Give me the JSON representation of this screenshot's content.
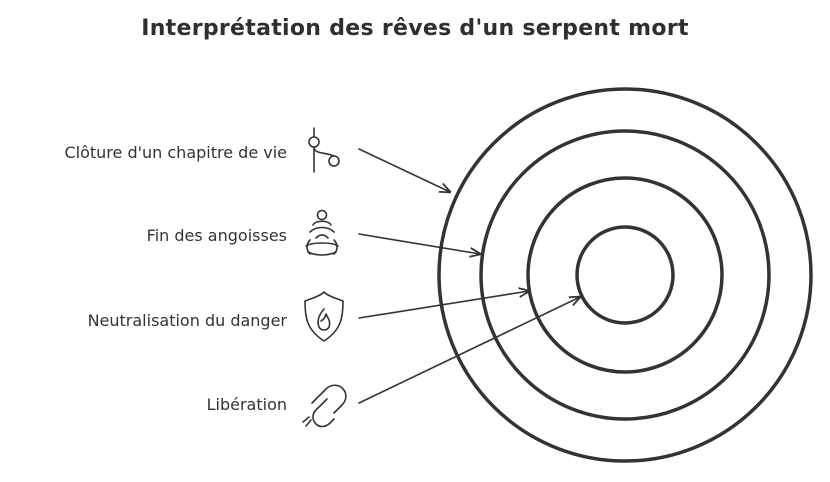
{
  "title": "Interprétation des rêves d'un serpent mort",
  "items": [
    {
      "label": "Clôture d'un chapitre de vie",
      "icon": "git-branch-icon"
    },
    {
      "label": "Fin des angoisses",
      "icon": "meditation-icon"
    },
    {
      "label": "Neutralisation du danger",
      "icon": "shield-flame-icon"
    },
    {
      "label": "Libération",
      "icon": "broken-chain-icon"
    }
  ],
  "colors": {
    "stroke": "#333333",
    "background": "#ffffff"
  }
}
